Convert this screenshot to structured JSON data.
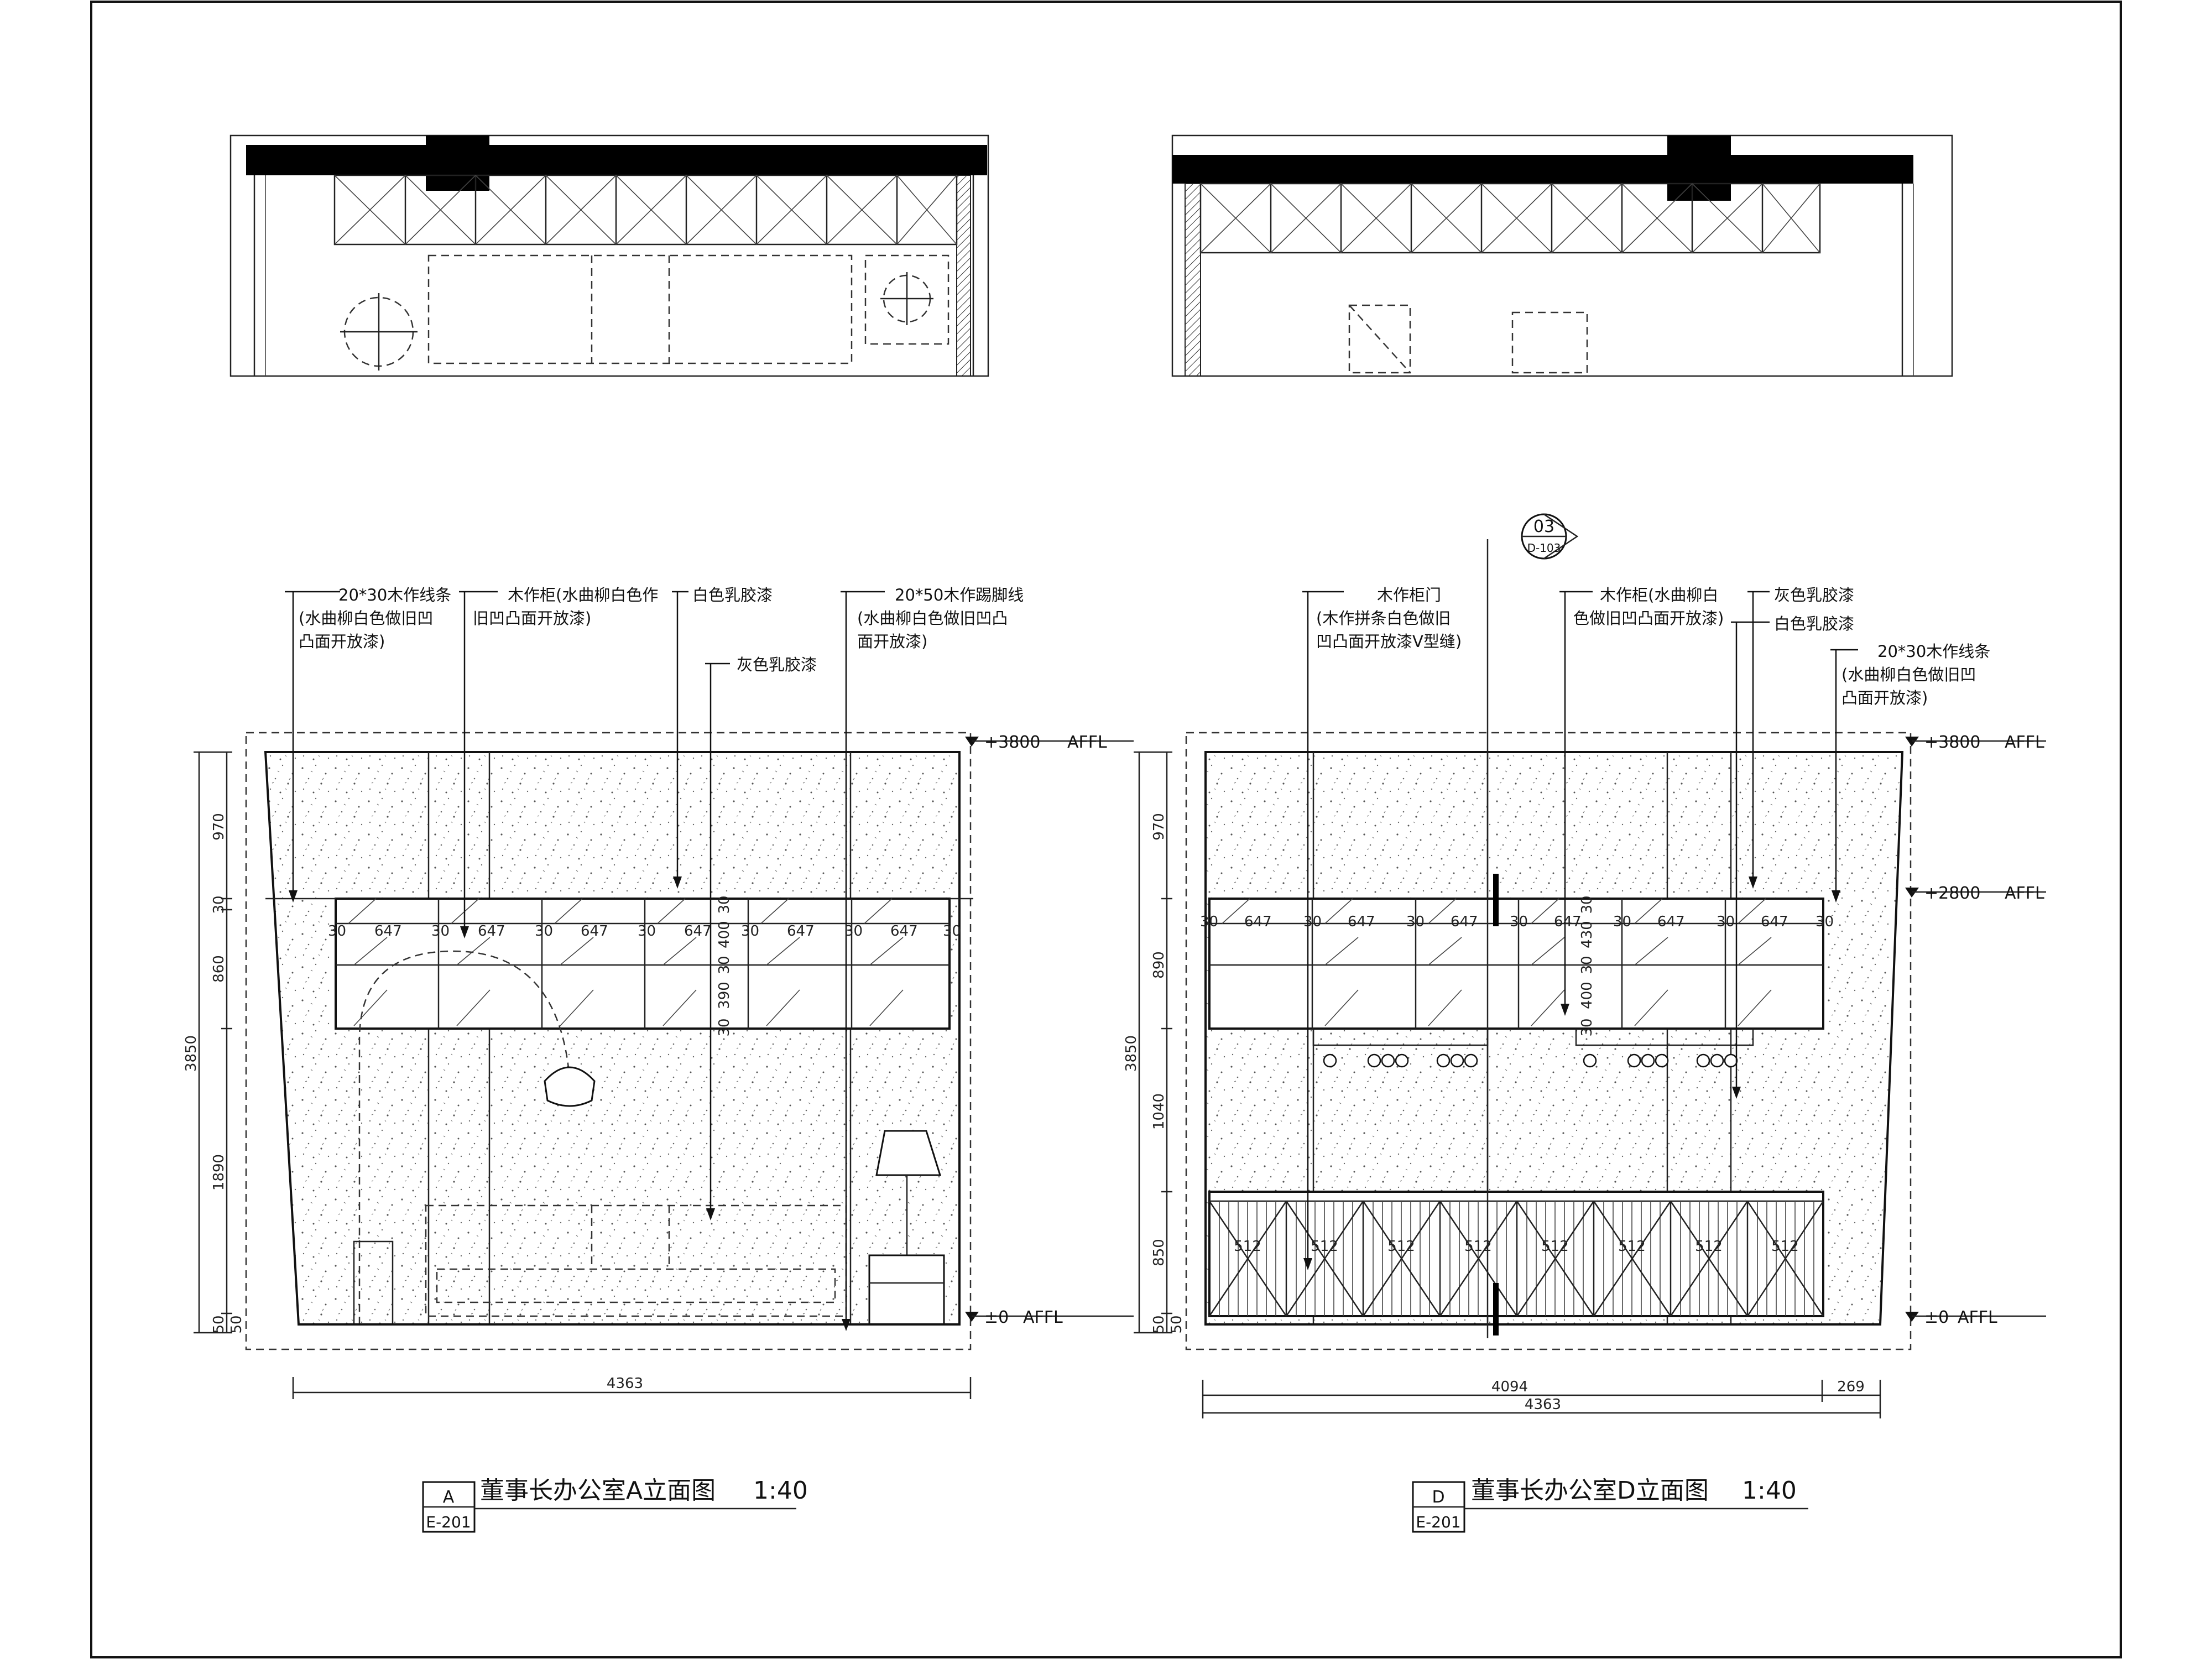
{
  "elevation_a": {
    "notes": {
      "wood_strip": [
        "20*30木作线条",
        "(水曲柳白色做旧凹",
        "凸面开放漆)"
      ],
      "wood_cabinet": [
        "木作柜(水曲柳白色作",
        "旧凹凸面开放漆)"
      ],
      "white_paint": [
        "白色乳胶漆"
      ],
      "skirting": [
        "20*50木作踢脚线",
        "(水曲柳白色做旧凹凸",
        "面开放漆)"
      ],
      "grey_paint": [
        "灰色乳胶漆"
      ]
    },
    "levels": {
      "top": "+3800",
      "floor": "±0",
      "unit": "AFFL"
    },
    "vertical_dims": {
      "total": "3850",
      "segments": [
        "970",
        "30",
        "860",
        "1890",
        "50",
        "50"
      ]
    },
    "shelf_dims": [
      "30",
      "647",
      "30",
      "647",
      "30",
      "647",
      "30",
      "647",
      "30",
      "647",
      "30",
      "647",
      "30"
    ],
    "shelf_vdims": [
      "30",
      "400",
      "30",
      "390",
      "30"
    ],
    "width_dim": "4363",
    "title": {
      "tag_top": "A",
      "tag_bottom": "E-201",
      "name": "董事长办公室A立面图",
      "scale": "1:40"
    }
  },
  "elevation_d": {
    "section_tag": {
      "top": "03",
      "bottom": "D-103"
    },
    "notes": {
      "cabinet_door": [
        "木作柜门",
        "(木作拼条白色做旧",
        "凹凸面开放漆V型缝)"
      ],
      "wood_cabinet": [
        "木作柜(水曲柳白",
        "色做旧凹凸面开放漆)"
      ],
      "grey_paint": [
        "灰色乳胶漆"
      ],
      "white_paint": [
        "白色乳胶漆"
      ],
      "wood_strip": [
        "20*30木作线条",
        "(水曲柳白色做旧凹",
        "凸面开放漆)"
      ]
    },
    "levels": {
      "top": "+3800",
      "mid": "+2800",
      "floor": "±0",
      "unit": "AFFL"
    },
    "vertical_dims": {
      "total": "3850",
      "segments": [
        "970",
        "890",
        "1040",
        "850",
        "50",
        "50"
      ]
    },
    "shelf_dims": [
      "30",
      "647",
      "30",
      "647",
      "30",
      "647",
      "30",
      "647",
      "30",
      "647",
      "30",
      "647",
      "30"
    ],
    "shelf_vdims": [
      "30",
      "430",
      "30",
      "400",
      "30"
    ],
    "door_dims": [
      "512",
      "512",
      "512",
      "512",
      "512",
      "512",
      "512",
      "512"
    ],
    "width_dims": {
      "part_a": "4094",
      "part_b": "269",
      "total": "4363"
    },
    "title": {
      "tag_top": "D",
      "tag_bottom": "E-201",
      "name": "董事长办公室D立面图",
      "scale": "1:40"
    }
  }
}
